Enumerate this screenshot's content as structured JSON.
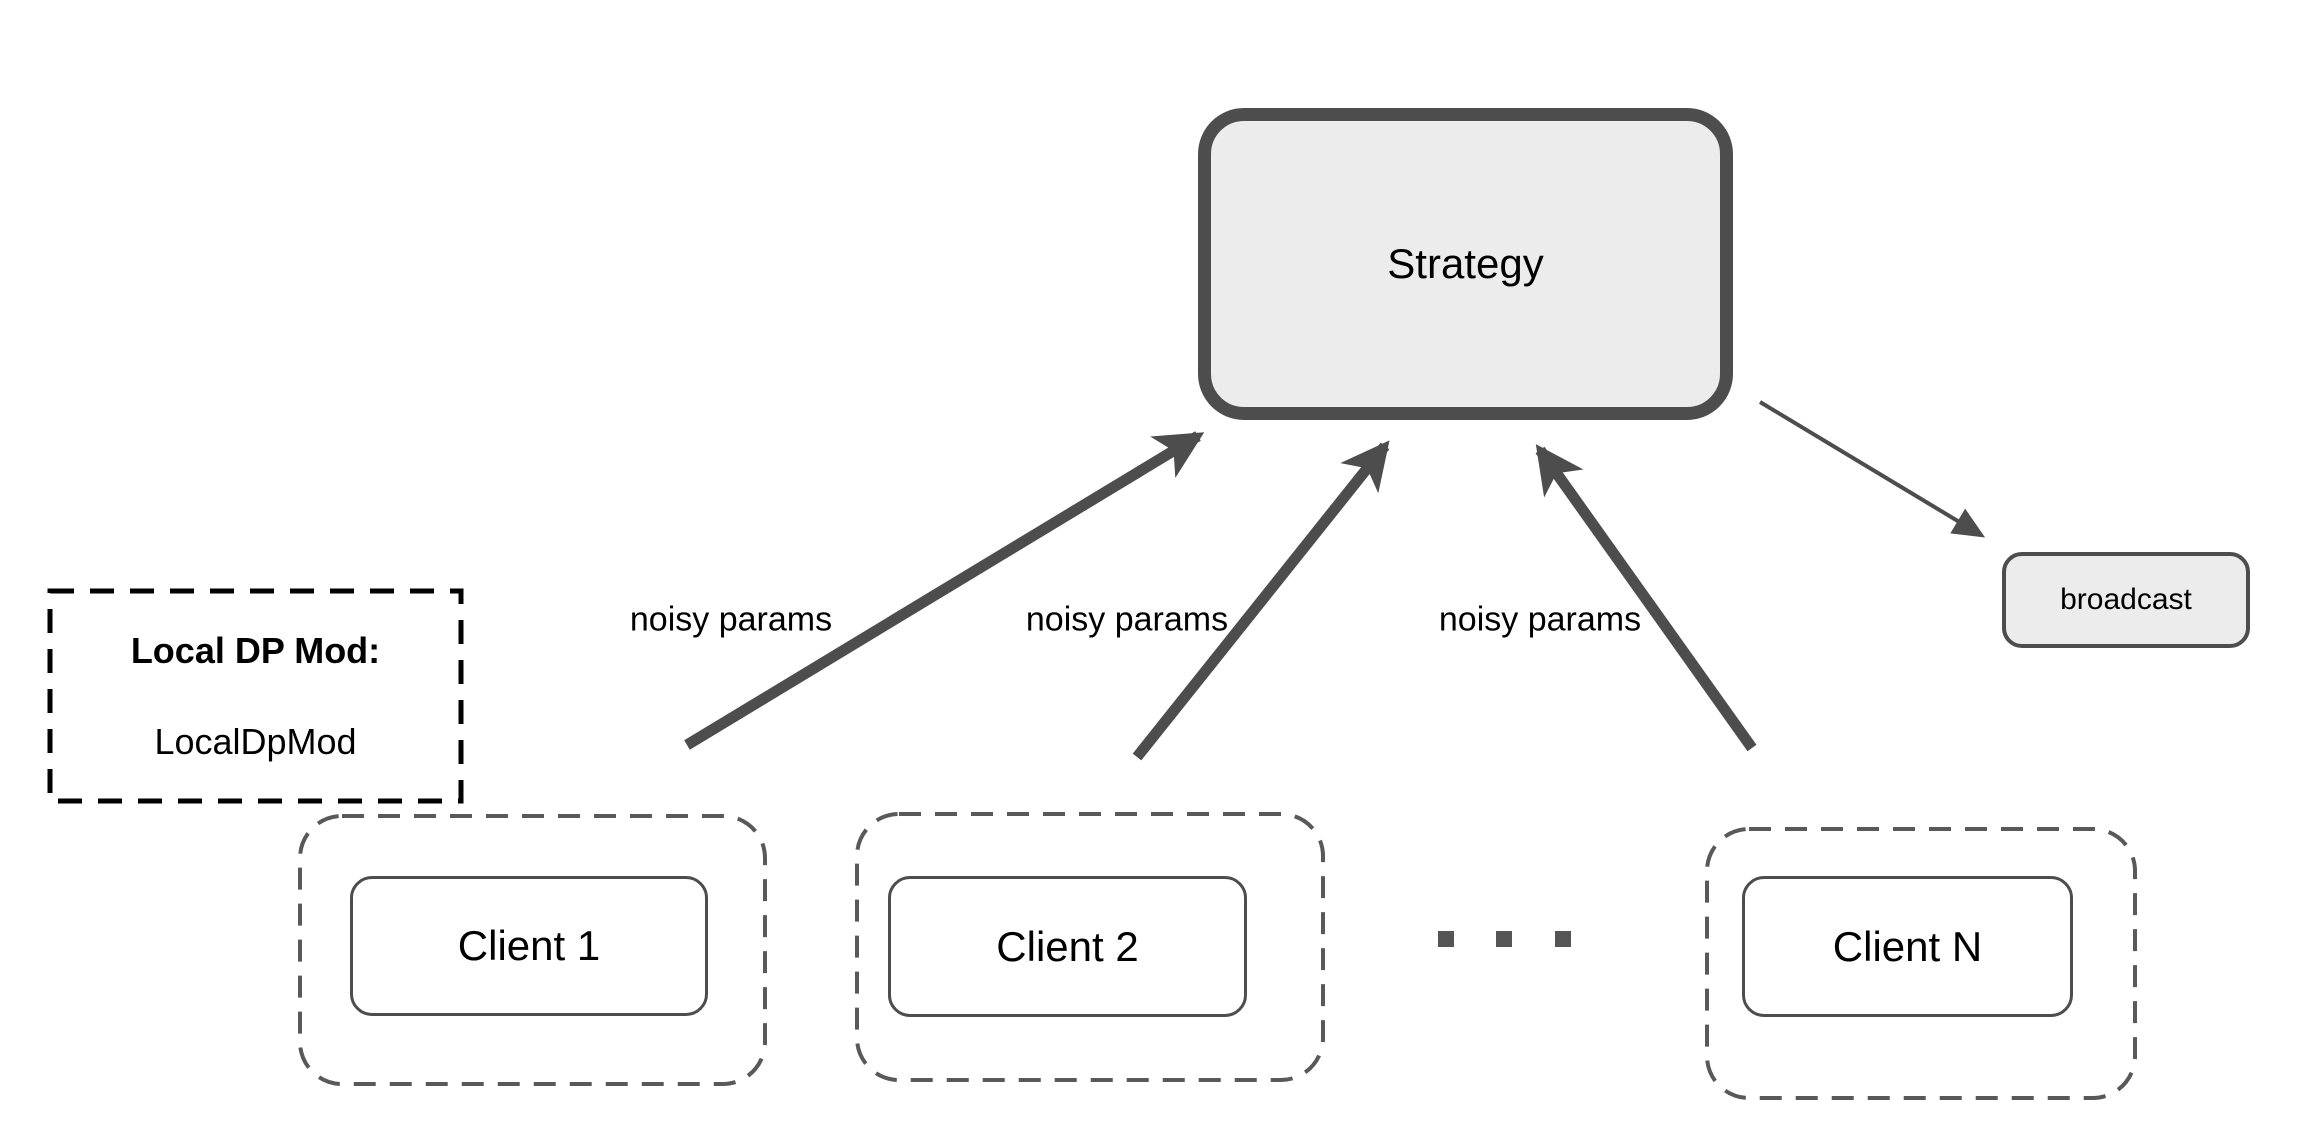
{
  "diagram": {
    "strategy_label": "Strategy",
    "broadcast_label": "broadcast",
    "local_dp": {
      "title": "Local DP Mod:",
      "value": "LocalDpMod"
    },
    "clients": [
      {
        "label": "Client 1"
      },
      {
        "label": "Client 2"
      },
      {
        "label": "Client N"
      }
    ],
    "arrow_labels": [
      "noisy params",
      "noisy params",
      "noisy params"
    ],
    "ellipsis_squares": 3,
    "colors": {
      "node_fill": "#ececec",
      "node_border": "#4d4d4d",
      "arrow": "#4d4d4d",
      "client_dash": "#595959",
      "local_dash": "#000000",
      "text": "#000000"
    }
  }
}
